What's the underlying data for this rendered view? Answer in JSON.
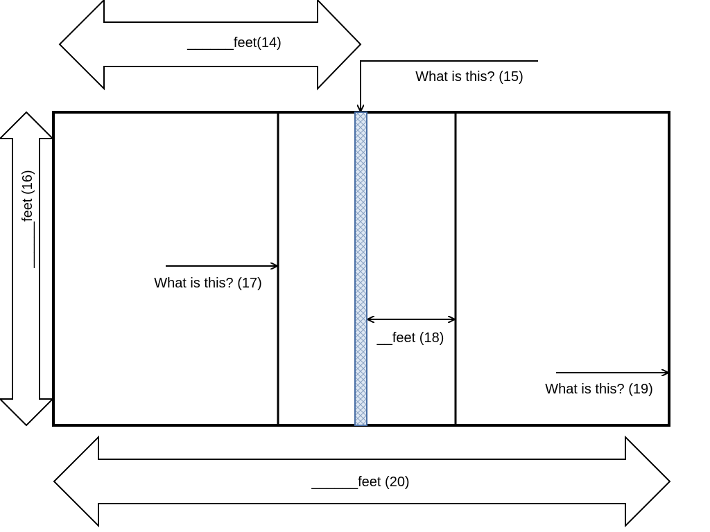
{
  "labels": {
    "l14": "______feet(14)",
    "l15": "What is this? (15)",
    "l16": "______feet (16)",
    "l17": "What is this? (17)",
    "l18": "__feet (18)",
    "l19": "What is this? (19)",
    "l20": "______feet (20)"
  },
  "colors": {
    "stroke": "#000000",
    "net_fill": "#d9e4f2",
    "net_stroke": "#4a6fa5",
    "background": "#ffffff"
  }
}
